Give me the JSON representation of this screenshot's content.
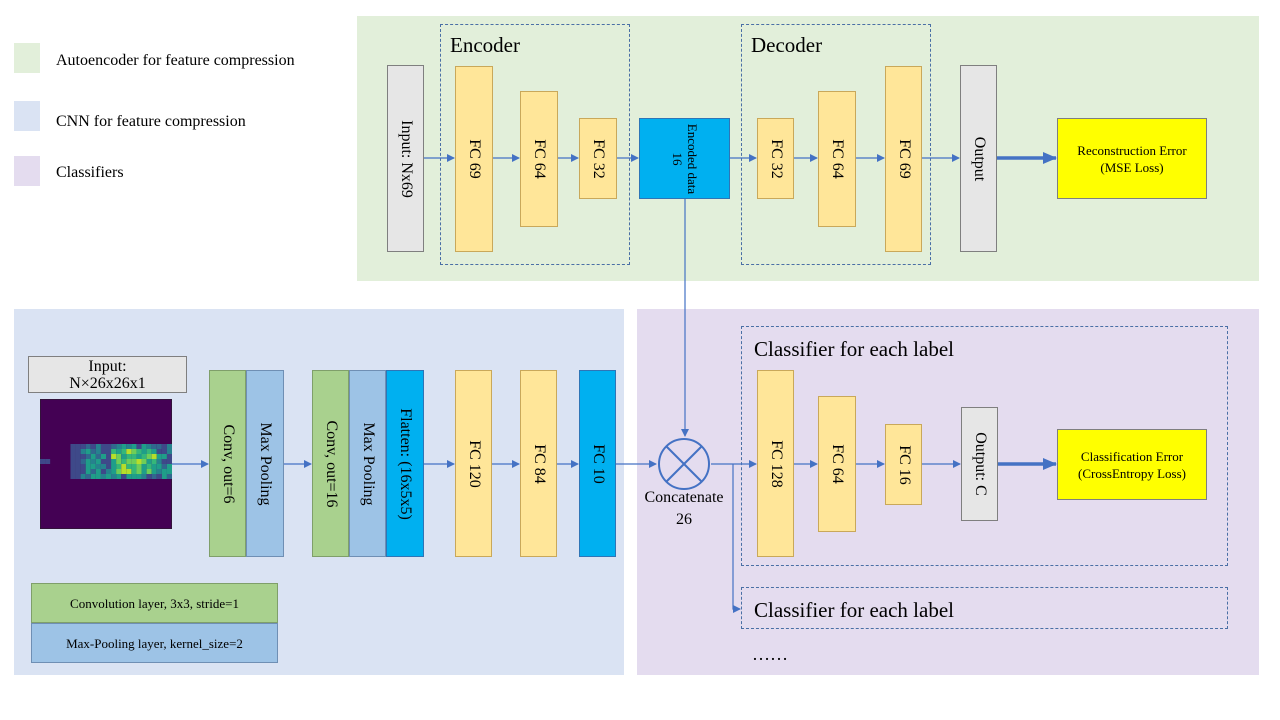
{
  "legend": {
    "autoencoder": {
      "label": "Autoencoder for feature compression",
      "color": "#e2efda"
    },
    "cnn": {
      "label": "CNN for feature compression",
      "color": "#dae3f3"
    },
    "classifiers": {
      "label": "Classifiers",
      "color": "#e4dcef"
    }
  },
  "autoencoder": {
    "input": "Input: Nx69",
    "encoder_title": "Encoder",
    "decoder_title": "Decoder",
    "enc_layers": [
      "FC 69",
      "FC 64",
      "FC 32"
    ],
    "encoded": "Encoded data 16",
    "dec_layers": [
      "FC 32",
      "FC 64",
      "FC 69"
    ],
    "output": "Output",
    "recon_error": "Reconstruction Error",
    "recon_loss": "(MSE Loss)"
  },
  "cnn": {
    "input_label_1": "Input:",
    "input_label_2": "N×26x26x1",
    "conv1": "Conv, out=6",
    "pool1": "Max Pooling",
    "conv2": "Conv, out=16",
    "pool2": "Max Pooling",
    "flatten": "Flatten: (16x5x5)",
    "fc": [
      "FC 120",
      "FC 84",
      "FC 10"
    ],
    "legend_conv": "Convolution  layer,  3x3,  stride=1",
    "legend_pool": "Max-Pooling  layer,  kernel_size=2"
  },
  "concat": {
    "label": "Concatenate",
    "value": "26"
  },
  "classifier": {
    "title": "Classifier  for each label",
    "layers": [
      "FC 128",
      "FC 64",
      "FC 16"
    ],
    "output": "Output: C",
    "error": "Classification Error",
    "loss": "(CrossEntropy Loss)",
    "second_title": "Classifier  for each label",
    "ellipsis": "……"
  },
  "colors": {
    "fc": "#ffe699",
    "encoded": "#00b0f0",
    "output": "#e6e6e6",
    "error_box": "#ffff00",
    "arrow": "#4472c4"
  }
}
